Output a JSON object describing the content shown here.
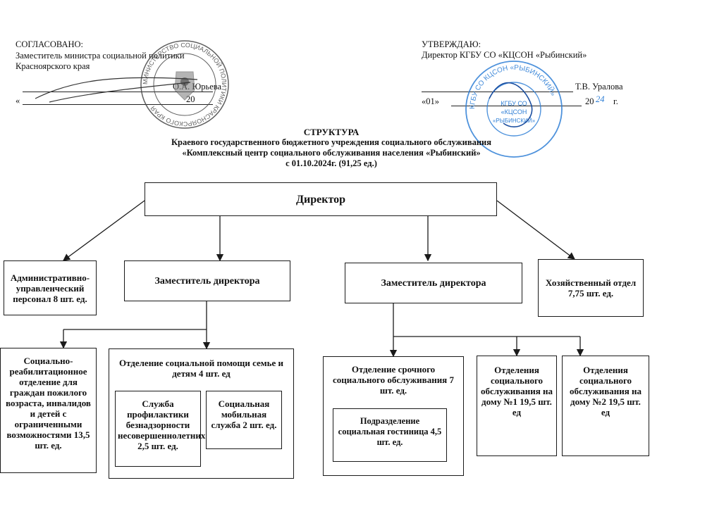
{
  "header_left": {
    "agreed": "СОГЛАСОВАНО:",
    "position": "Заместитель министра социальной политики",
    "region": "Красноярского края",
    "signer": "О.А. Юрьева",
    "date_line": "«",
    "year": "20"
  },
  "header_right": {
    "approve": "УТВЕРЖДАЮ:",
    "position": "Директор КГБУ СО «КЦСОН «Рыбинский»",
    "signer": "Т.В. Уралова",
    "date_day": "«01»",
    "year_prefix": "20",
    "year_suffix": "24",
    "year_end": "г."
  },
  "title": {
    "line1": "СТРУКТУРА",
    "line2": "Краевого государственного бюджетного учреждения социального обслуживания",
    "line3": "«Комплексный центр социального обслуживания населения «Рыбинский»",
    "line4": "с 01.10.2024г. (91,25 ед.)"
  },
  "org": {
    "director": "Директор",
    "admin": "Административно-управленческий персонал 8 шт. ед.",
    "deputy1": "Заместитель директора",
    "deputy2": "Заместитель директора",
    "economic": "Хозяйственный отдел 7,75 шт. ед.",
    "rehab": "Социально-реабилитационное отделение для граждан пожилого возраста, инвалидов и детей с ограниченными возможностями 13,5 шт. ед.",
    "family": "Отделение социальной помощи семье и детям 4 шт. ед",
    "prevention": "Служба профилактики безнадзорности несовершеннолетних 2,5 шт. ед.",
    "mobile": "Социальная мобильная служба 2 шт. ед.",
    "urgent": "Отделение срочного социального обслуживания 7 шт. ед.",
    "hotel": "Подразделение социальная гостиница 4,5 шт. ед.",
    "home1": "Отделения социального обслуживания на дому №1 19,5 шт. ед",
    "home2": "Отделения социального обслуживания на дому №2 19,5 шт. ед"
  },
  "stamps": {
    "left_ring": "МИНИСТЕРСТВО СОЦИАЛЬНОЙ ПОЛИТИКИ КРАСНОЯРСКОГО КРАЯ",
    "right_ring": "КГБУ СО КЦСОН «РЫБИНСКИЙ»",
    "right_center": "КГБУ СО «КЦСОН «РЫБИНСКИЙ»"
  },
  "colors": {
    "ink": "#111111",
    "stamp": "#2f7fd6",
    "seal": "#444444"
  }
}
